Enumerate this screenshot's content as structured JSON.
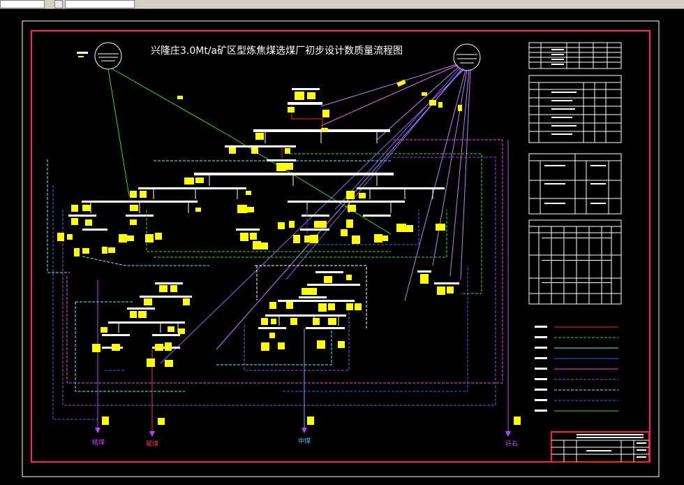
{
  "toolbar": {
    "dropdown_value": "",
    "icon": "document-icon"
  },
  "drawing": {
    "title": "兴隆庄3.0Mt/a矿区型炼焦煤选煤厂初步设计数质量流程图",
    "outputs": [
      {
        "label": "精煤",
        "color": "#c040ff"
      },
      {
        "label": "尾煤",
        "color": "#ff3060"
      },
      {
        "label": "中煤",
        "color": "#40c0ff"
      },
      {
        "label": "矸石",
        "color": "#c040ff"
      }
    ]
  },
  "colors": {
    "frame": "#ff2060",
    "annotation": "#ffff00",
    "equipment": "#ffffff",
    "line_green": "#20e040",
    "line_cyan": "#40ffff",
    "line_blue": "#4060ff",
    "line_magenta": "#ff40ff",
    "line_purple": "#a040ff",
    "line_red": "#ff2020"
  }
}
